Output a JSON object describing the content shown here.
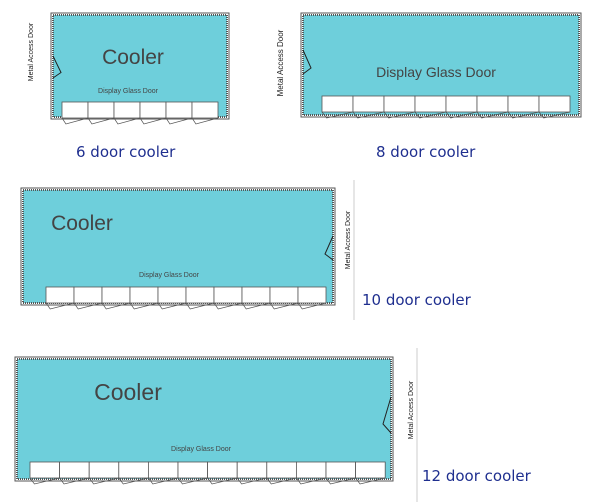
{
  "colors": {
    "fill": "#6ecfdb",
    "wall": "#555555",
    "door_fill": "#ffffff",
    "text_dark": "#444444",
    "caption": "#1f2f8f"
  },
  "diagrams": [
    {
      "doors": 6,
      "title": "Cooler",
      "glass_label": "Display Glass Door",
      "metal_label": "Metal Access Door",
      "metal_side": "left",
      "caption": "6 door cooler"
    },
    {
      "doors": 8,
      "title": "",
      "glass_label": "Display Glass Door",
      "metal_label": "Metal Access Door",
      "metal_side": "left",
      "caption": "8 door cooler"
    },
    {
      "doors": 10,
      "title": "Cooler",
      "glass_label": "Display Glass Door",
      "metal_label": "Metal Access Door",
      "metal_side": "right",
      "caption": "10 door cooler"
    },
    {
      "doors": 12,
      "title": "Cooler",
      "glass_label": "Display Glass Door",
      "metal_label": "Metal Access Door",
      "metal_side": "right",
      "caption": "12 door cooler"
    }
  ]
}
